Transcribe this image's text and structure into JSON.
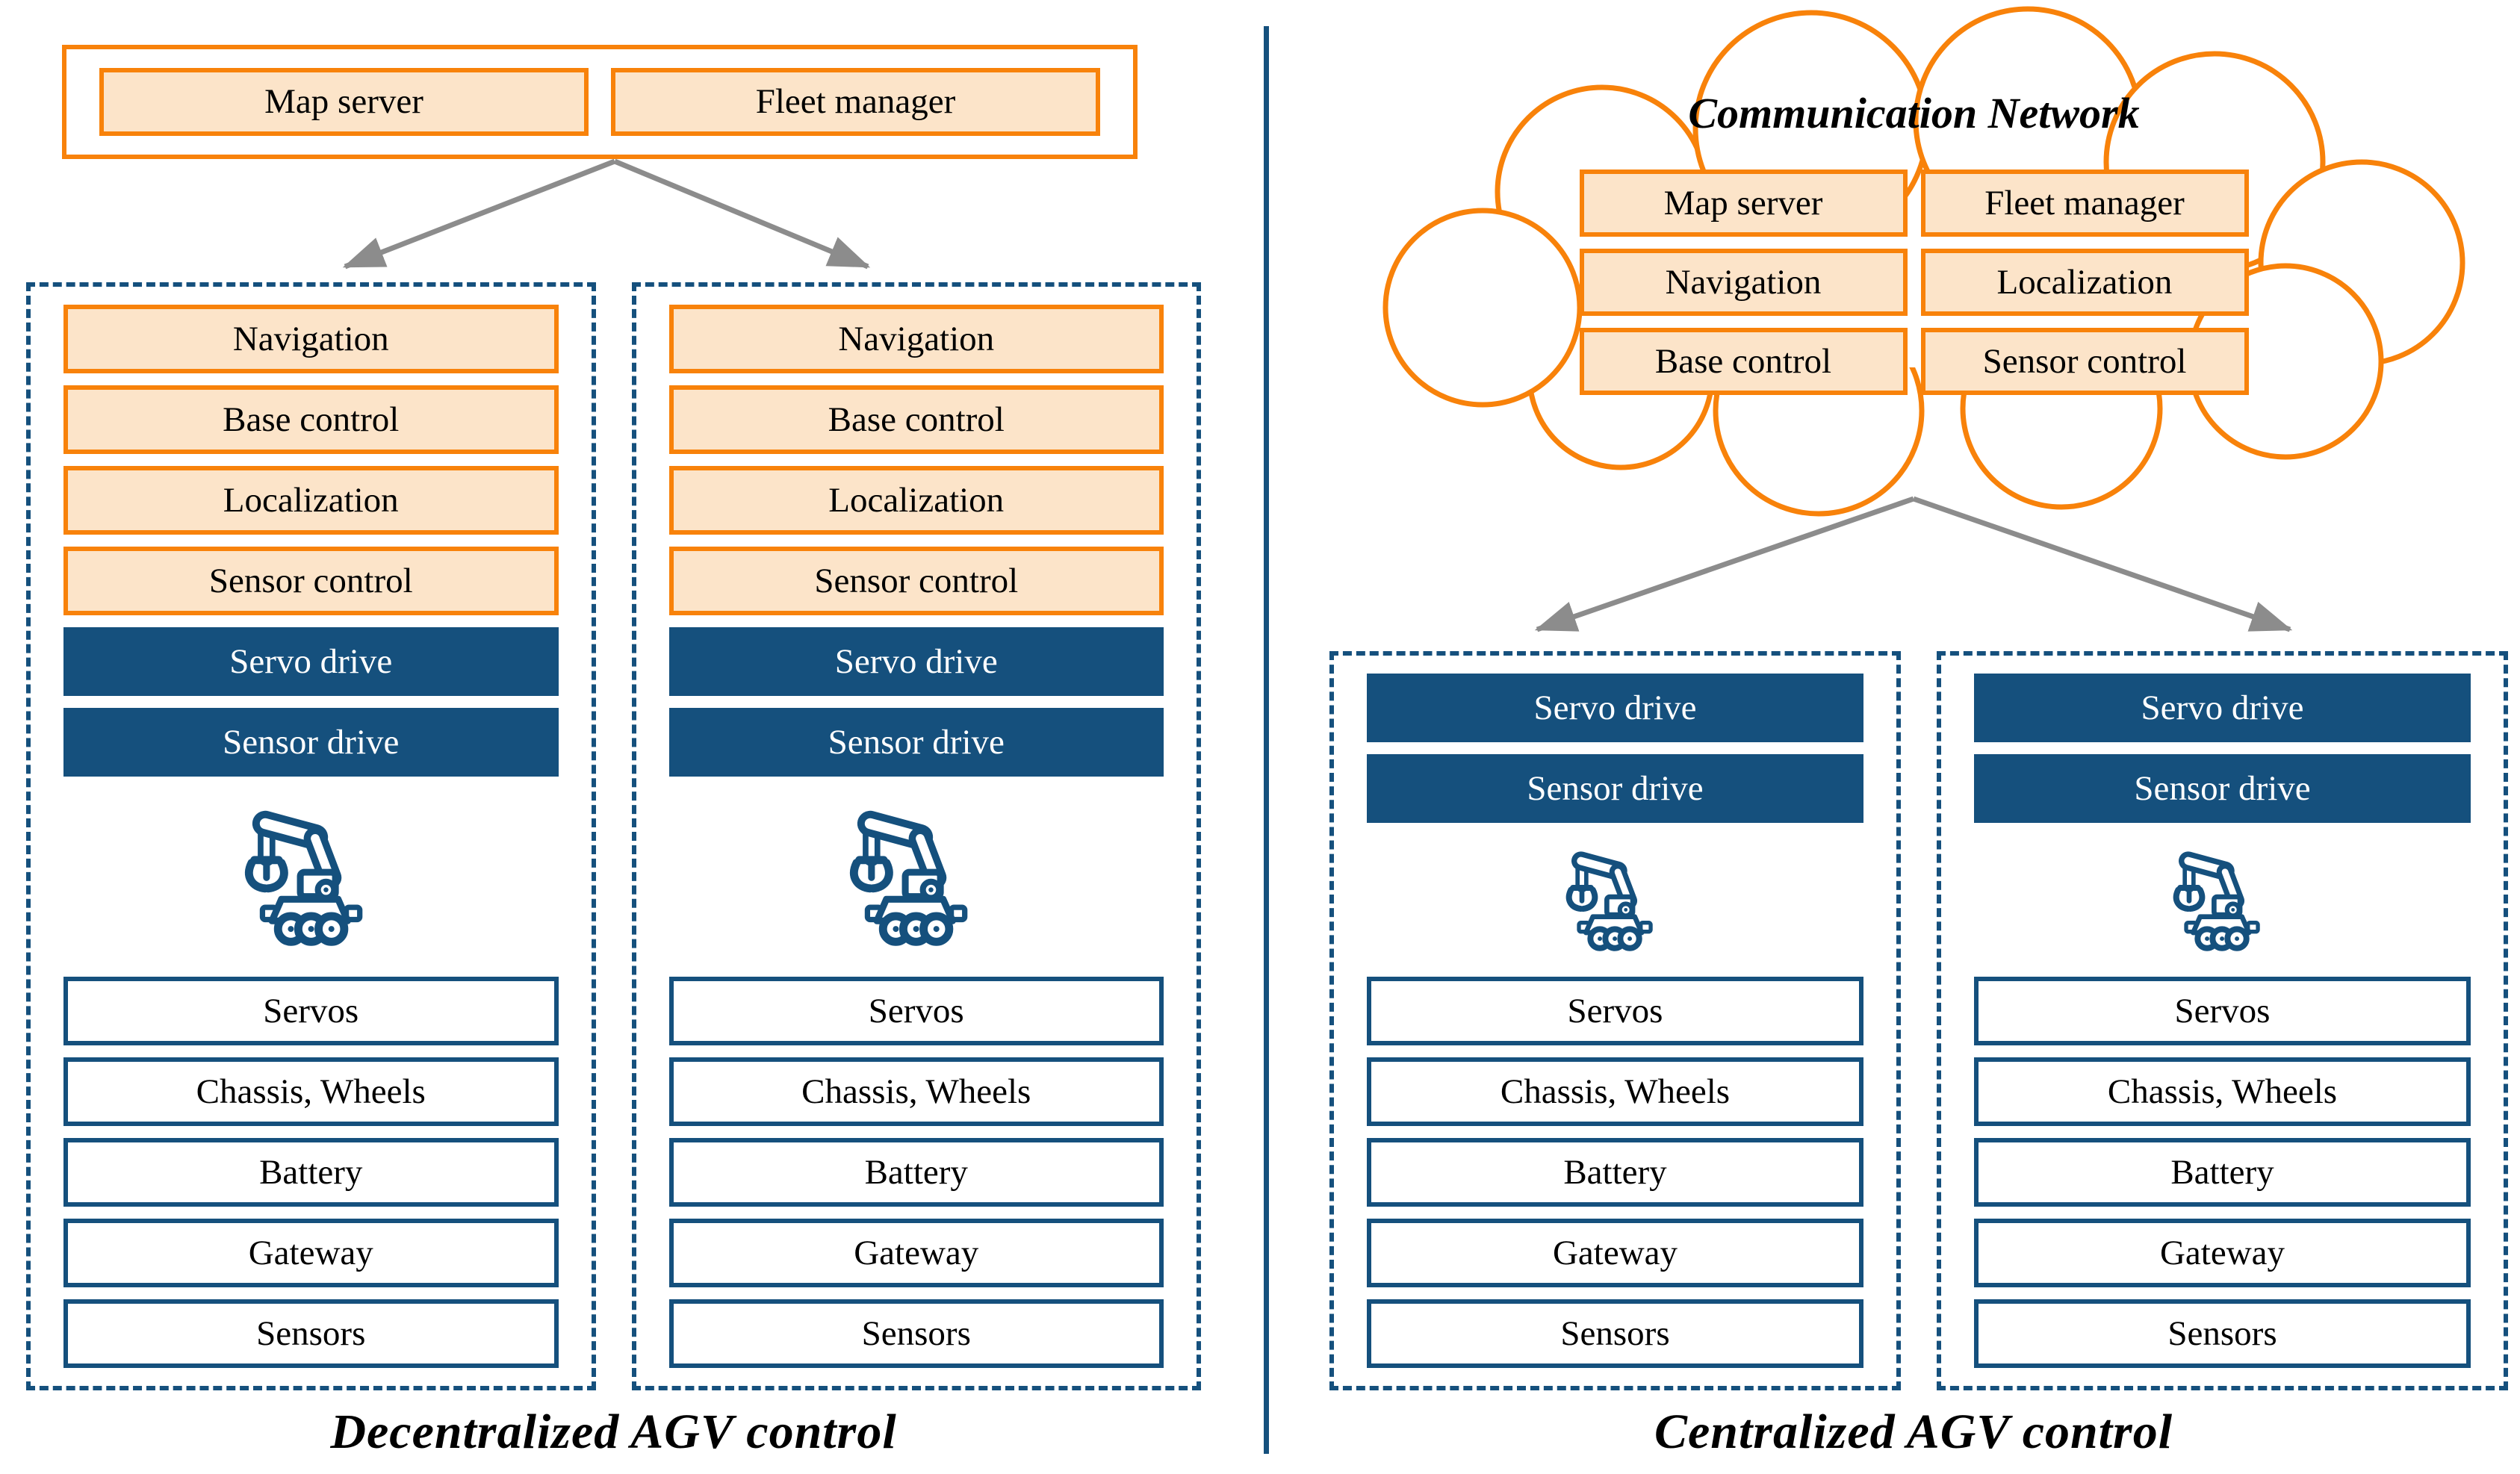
{
  "diagram": {
    "left": {
      "caption": "Decentralized AGV control",
      "servers": [
        "Map server",
        "Fleet manager"
      ],
      "columns": [
        {
          "software": [
            "Navigation",
            "Base control",
            "Localization",
            "Sensor control"
          ],
          "drives": [
            "Servo drive",
            "Sensor drive"
          ],
          "hardware": [
            "Servos",
            "Chassis, Wheels",
            "Battery",
            "Gateway",
            "Sensors"
          ]
        },
        {
          "software": [
            "Navigation",
            "Base control",
            "Localization",
            "Sensor control"
          ],
          "drives": [
            "Servo drive",
            "Sensor drive"
          ],
          "hardware": [
            "Servos",
            "Chassis, Wheels",
            "Battery",
            "Gateway",
            "Sensors"
          ]
        }
      ]
    },
    "right": {
      "caption": "Centralized AGV control",
      "cloud_title": "Communication Network",
      "cloud_services": [
        "Map server",
        "Fleet manager",
        "Navigation",
        "Localization",
        "Base control",
        "Sensor control"
      ],
      "columns": [
        {
          "drives": [
            "Servo drive",
            "Sensor drive"
          ],
          "hardware": [
            "Servos",
            "Chassis, Wheels",
            "Battery",
            "Gateway",
            "Sensors"
          ]
        },
        {
          "drives": [
            "Servo drive",
            "Sensor drive"
          ],
          "hardware": [
            "Servos",
            "Chassis, Wheels",
            "Battery",
            "Gateway",
            "Sensors"
          ]
        }
      ]
    },
    "icons": {
      "agv_robot": "robot-arm-rover-icon",
      "cloud": "communication-cloud-shape",
      "arrows": "grey-connector-arrows"
    },
    "colors": {
      "orange": "#F8820A",
      "peach": "#FCE4C9",
      "navy": "#15507D",
      "grey": "#8C8C8C"
    }
  }
}
